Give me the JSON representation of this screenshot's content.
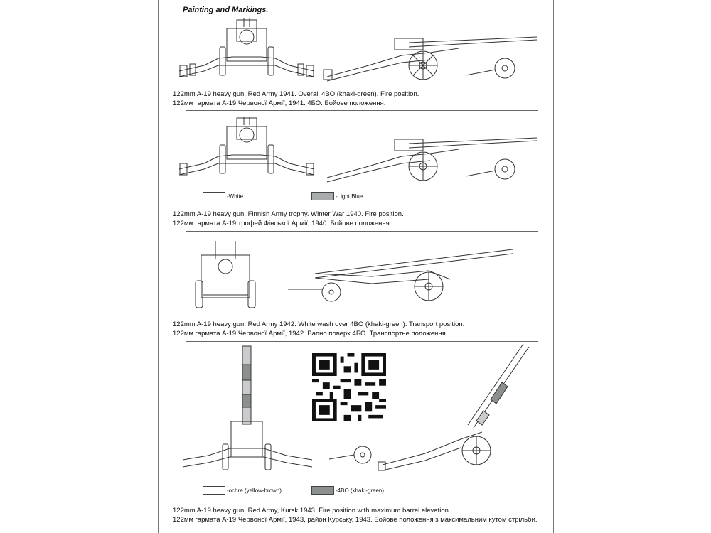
{
  "title": "Painting and Markings.",
  "sections": [
    {
      "caption_en": "122mm A-19 heavy gun. Red Army 1941. Overall 4BO (khaki-green). Fire position.",
      "caption_ua": "122мм гармата А-19 Червоної Армії, 1941. 4БО. Бойове положення."
    },
    {
      "caption_en": "122mm A-19 heavy gun. Finnish Army trophy. Winter War 1940. Fire position.",
      "caption_ua": "122мм гармата А-19 трофей Фінської Армії, 1940. Бойове положення.",
      "legend": [
        {
          "label": "-White",
          "color": "#ffffff"
        },
        {
          "label": "-Light Blue",
          "color": "#a9acad"
        }
      ]
    },
    {
      "caption_en": "122mm A-19 heavy gun. Red Army 1942. White wash over 4BO (khaki-green). Transport position.",
      "caption_ua": "122мм гармата А-19 Червоної Армії, 1942. Вапно поверх 4БО. Транспортне положення."
    },
    {
      "caption_en": "122mm A-19 heavy gun. Red Army, Kursk 1943. Fire position with maximum barrel elevation.",
      "caption_ua": "122мм гармата А-19 Червоної Армії, 1943, район Курську, 1943. Бойове положення з максимальним кутом стрільби.",
      "legend": [
        {
          "label": "-ochre (yellow-brown)",
          "color": "#ffffff"
        },
        {
          "label": "-4BO (khaki-green)",
          "color": "#8c8f8f"
        }
      ]
    }
  ],
  "colors": {
    "line": "#333333",
    "camo_dark": "#8c8f8f",
    "camo_light": "#c9cbcc"
  },
  "icons": [
    "qr-code-icon"
  ]
}
